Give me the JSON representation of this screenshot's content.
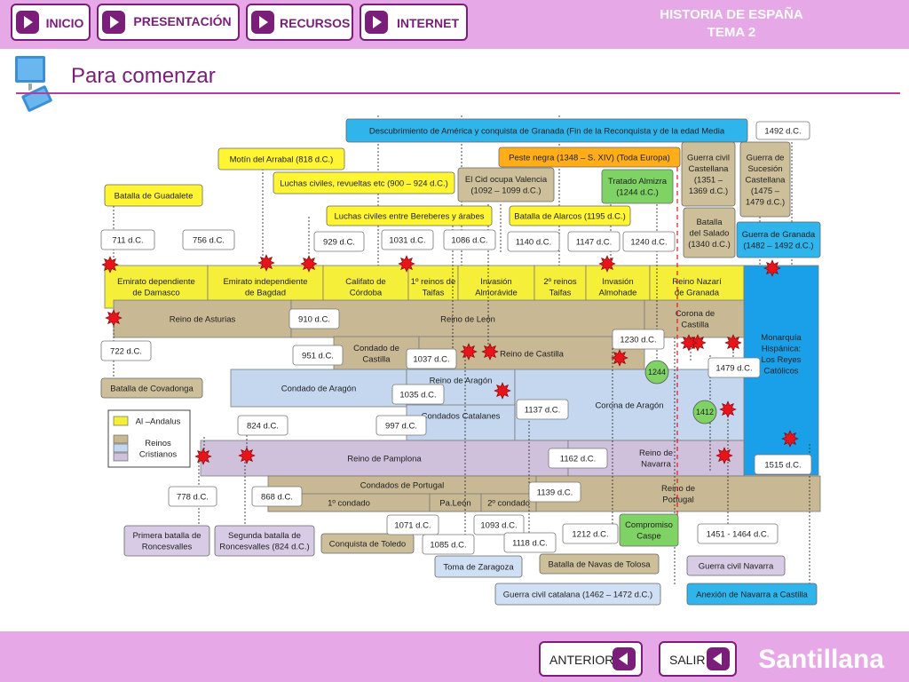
{
  "nav": {
    "inicio": "INICIO",
    "presentacion": "PRESENTACIÓN",
    "recursos": "RECURSOS",
    "internet": "INTERNET"
  },
  "course": {
    "line1": "HISTORIA DE ESPAÑA",
    "line2": "TEMA 2"
  },
  "page_title": "Para comenzar",
  "footer": {
    "anterior": "ANTERIOR",
    "salir": "SALIR",
    "brand": "Santillana"
  },
  "colors": {
    "al_andalus": "#f5ef3a",
    "reinos_cristianos_1": "#c8b894",
    "reinos_cristianos_2": "#c4d7ef",
    "reinos_cristianos_3": "#cfc0dc",
    "monarquia": "#1aa0e8",
    "event_yellow": "#fff533",
    "event_tan": "#cdbf9a",
    "event_blue": "#cfe0f4",
    "event_lilac": "#d8cbe6",
    "event_cyan": "#2fb4ec",
    "event_orange": "#ffae1a",
    "event_green": "#7ed364",
    "burst": "#e8141c"
  },
  "legend": {
    "al_andalus": "Al –Andalus",
    "reinos": "Reinos\nCristianos"
  },
  "bands": [
    {
      "id": "emirato-dependiente",
      "text": "Emirato dependiente\nde Damasco",
      "color": "al_andalus"
    },
    {
      "id": "emirato-independiente",
      "text": "Emirato independiente\nde Bagdad",
      "color": "al_andalus"
    },
    {
      "id": "califato",
      "text": "Califato de\nCórdoba",
      "color": "al_andalus"
    },
    {
      "id": "taifas-1",
      "text": "1º reinos de\nTaifas",
      "color": "al_andalus"
    },
    {
      "id": "almoravide",
      "text": "Invasión\nAlmorávide",
      "color": "al_andalus"
    },
    {
      "id": "taifas-2",
      "text": "2º reinos\nTaifas",
      "color": "al_andalus"
    },
    {
      "id": "almohade",
      "text": "Invasión\nAlmohade",
      "color": "al_andalus"
    },
    {
      "id": "nazari",
      "text": "Reino Nazarí\nde Granada",
      "color": "al_andalus"
    },
    {
      "id": "asturias",
      "text": "Reino de Asturias",
      "color": "reinos_cristianos_1"
    },
    {
      "id": "leon",
      "text": "Reino de León",
      "color": "reinos_cristianos_1"
    },
    {
      "id": "corona-castilla",
      "text": "Corona de\nCastilla",
      "color": "reinos_cristianos_1"
    },
    {
      "id": "condado-castilla",
      "text": "Condado de\nCastilla",
      "color": "reinos_cristianos_1"
    },
    {
      "id": "reino-castilla",
      "text": "Reino de Castilla",
      "color": "reinos_cristianos_1"
    },
    {
      "id": "monarquia",
      "text": "Monarquía\n\nHispánica:\n\nLos Reyes\n\nCatólicos",
      "color": "monarquia"
    },
    {
      "id": "condado-aragon",
      "text": "Condado de  Aragón",
      "color": "reinos_cristianos_2"
    },
    {
      "id": "reino-aragon",
      "text": "Reino de Aragón",
      "color": "reinos_cristianos_2"
    },
    {
      "id": "condados-catalanes",
      "text": "Condados Catalanes",
      "color": "reinos_cristianos_2"
    },
    {
      "id": "corona-aragon",
      "text": "Corona de Aragón",
      "color": "reinos_cristianos_2"
    },
    {
      "id": "pamplona",
      "text": "Reino de Pamplona",
      "color": "reinos_cristianos_3"
    },
    {
      "id": "navarra",
      "text": "Reino de\nNavarra",
      "color": "reinos_cristianos_3"
    },
    {
      "id": "condados-portugal",
      "text": "Condados de Portugal",
      "color": "reinos_cristianos_1"
    },
    {
      "id": "primer-condado",
      "text": "1º condado",
      "color": "reinos_cristianos_1"
    },
    {
      "id": "paleon",
      "text": "Pa.León",
      "color": "reinos_cristianos_1"
    },
    {
      "id": "segundo-condado",
      "text": "2º condado",
      "color": "reinos_cristianos_1"
    },
    {
      "id": "reino-portugal",
      "text": "Reino de\nPortugal",
      "color": "reinos_cristianos_1"
    }
  ],
  "events": [
    {
      "id": "descubrimiento",
      "text": "Descubrimiento de América y conquista de Granada (Fin de la Reconquista y de la edad Media",
      "color": "event_cyan"
    },
    {
      "id": "motin",
      "text": "Motín del Arrabal (818 d.C.)",
      "color": "event_yellow"
    },
    {
      "id": "luchas-civiles",
      "text": "Luchas civiles, revueltas etc (900 – 924 d.C.)",
      "color": "event_yellow"
    },
    {
      "id": "guadalete",
      "text": "Batalla de Guadalete",
      "color": "event_yellow"
    },
    {
      "id": "bereberes",
      "text": "Luchas civiles entre  Bereberes y árabes",
      "color": "event_yellow"
    },
    {
      "id": "cid",
      "text": "El Cid ocupa Valencia\n(1092 – 1099 d.C.)",
      "color": "event_tan"
    },
    {
      "id": "peste",
      "text": "Peste negra (1348 – S. XIV) (Toda Europa)",
      "color": "event_orange"
    },
    {
      "id": "alarcos",
      "text": "Batalla de Alarcos (1195 d.C.)",
      "color": "event_yellow"
    },
    {
      "id": "almizra",
      "text": "Tratado Almizra\n(1244 d.C.)",
      "color": "event_green"
    },
    {
      "id": "guerra-castellana",
      "text": "Guerra civil\nCastellana\n(1351 –\n1369 d.C.)",
      "color": "event_tan"
    },
    {
      "id": "guerra-sucesion",
      "text": "Guerra de\nSucesión\nCastellana\n(1475 –\n1479 d.C.)",
      "color": "event_tan"
    },
    {
      "id": "salado",
      "text": "Batalla\ndel Salado\n(1340 d.C.)",
      "color": "event_tan"
    },
    {
      "id": "guerra-granada",
      "text": "Guerra de Granada\n(1482 – 1492 d.C.)",
      "color": "event_cyan"
    },
    {
      "id": "covadonga",
      "text": "Batalla de Covadonga",
      "color": "event_tan"
    },
    {
      "id": "roncesvalles-1",
      "text": "Primera batalla de\nRoncesvalles",
      "color": "event_lilac"
    },
    {
      "id": "roncesvalles-2",
      "text": "Segunda batalla de\nRoncesvalles (824 d.C.)",
      "color": "event_lilac"
    },
    {
      "id": "toledo",
      "text": "Conquista de Toledo",
      "color": "event_tan"
    },
    {
      "id": "zaragoza",
      "text": "Toma de Zaragoza",
      "color": "event_blue"
    },
    {
      "id": "navas",
      "text": "Batalla de Navas de Tolosa",
      "color": "event_tan"
    },
    {
      "id": "caspe",
      "text": "Compromiso\nCaspe",
      "color": "event_green"
    },
    {
      "id": "guerra-navarra",
      "text": "Guerra civil Navarra",
      "color": "event_lilac"
    },
    {
      "id": "guerra-catalana",
      "text": "Guerra civil catalana (1462 – 1472 d.C.)",
      "color": "event_blue"
    },
    {
      "id": "anexion-navarra",
      "text": "Anexión de Navarra a Castilla",
      "color": "event_cyan"
    }
  ],
  "dates": [
    "1492 d.C.",
    "711 d.C.",
    "756 d.C.",
    "929 d.C.",
    "1031 d.C.",
    "1086 d.C.",
    "1140 d.C.",
    "1147 d.C.",
    "1240 d.C.",
    "910 d.C.",
    "722 d.C.",
    "951 d.C.",
    "1037 d.C.",
    "1230 d.C.",
    "1479 d.C.",
    "1035 d.C.",
    "1137 d.C.",
    "824 d.C.",
    "997 d.C.",
    "1162 d.C.",
    "1515 d.C.",
    "778 d.C.",
    "868 d.C.",
    "1139 d.C.",
    "1071 d.C.",
    "1093 d.C.",
    "1085 d.C.",
    "1118 d.C.",
    "1212 d.C.",
    "1451 - 1464 d.C."
  ],
  "circles": [
    {
      "id": "c1244",
      "text": "1244"
    },
    {
      "id": "c1412",
      "text": "1412"
    }
  ]
}
